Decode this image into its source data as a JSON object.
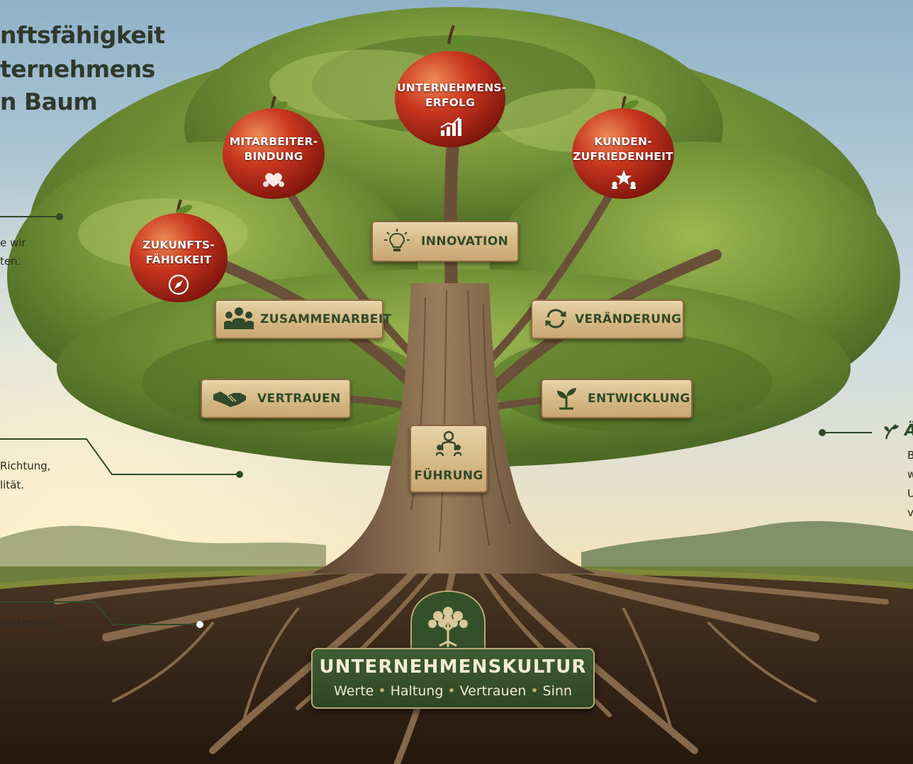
{
  "title": {
    "line1": "nftsfähigkeit",
    "line2": "ternehmens",
    "line3": "n Baum"
  },
  "left_texts": {
    "t1": "e wir",
    "t2": "ten.",
    "t3": "Richtung,",
    "t4": "lität.",
    "t5": "undament,"
  },
  "right_texts": {
    "heading": "Ä",
    "l1": "B",
    "l2": "w",
    "l3": "U",
    "l4": "v"
  },
  "apples": {
    "unternehmenserfolg": {
      "line1": "UNTERNEHMENS-",
      "line2": "ERFOLG",
      "icon": "growth-chart-icon"
    },
    "mitarbeiterbindung": {
      "line1": "MITARBEITER-",
      "line2": "BINDUNG",
      "icon": "hearts-hands-icon"
    },
    "kundenzufriedenheit": {
      "line1": "KUNDEN-",
      "line2": "ZUFRIEDENHEIT",
      "icon": "star-people-icon"
    },
    "zukunftsfaehigkeit": {
      "line1": "ZUKUNFTS-",
      "line2": "FÄHIGKEIT",
      "icon": "compass-icon"
    }
  },
  "signs": {
    "innovation": {
      "label": "INNOVATION",
      "icon": "lightbulb-icon"
    },
    "zusammenarbeit": {
      "label": "ZUSAMMENARBEIT",
      "icon": "team-icon"
    },
    "veraenderung": {
      "label": "VERÄNDERUNG",
      "icon": "cycle-arrows-icon"
    },
    "vertrauen": {
      "label": "VERTRAUEN",
      "icon": "handshake-icon"
    },
    "entwicklung": {
      "label": "ENTWICKLUNG",
      "icon": "sprout-icon"
    },
    "fuehrung": {
      "label": "FÜHRUNG",
      "icon": "leader-icon"
    }
  },
  "culture": {
    "title": "UNTERNEHMENSKULTUR",
    "values": [
      "Werte",
      "Haltung",
      "Vertrauen",
      "Sinn"
    ],
    "icon": "tree-emblem-icon"
  },
  "colors": {
    "sky": "#cfe1ea",
    "foliage": "#5e7f2c",
    "apple": "#c0321f",
    "wood": "#d8bd8a",
    "panel": "#34502b",
    "text_green": "#2f4a28"
  }
}
